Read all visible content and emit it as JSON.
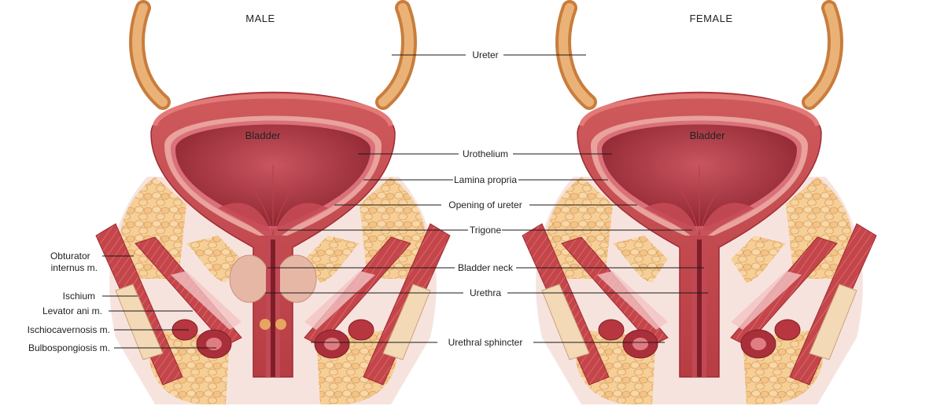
{
  "titles": {
    "male": "MALE",
    "female": "FEMALE"
  },
  "organ_labels": {
    "male": "Bladder",
    "female": "Bladder"
  },
  "center_labels": [
    {
      "id": "ureter",
      "text": "Ureter"
    },
    {
      "id": "urothelium",
      "text": "Urothelium"
    },
    {
      "id": "lamina-propria",
      "text": "Lamina propria"
    },
    {
      "id": "opening-of-ureter",
      "text": "Opening of ureter"
    },
    {
      "id": "trigone",
      "text": "Trigone"
    },
    {
      "id": "bladder-neck",
      "text": "Bladder neck"
    },
    {
      "id": "urethra",
      "text": "Urethra"
    },
    {
      "id": "urethral-sphincter",
      "text": "Urethral sphincter"
    }
  ],
  "left_labels": [
    {
      "id": "obturator-internus",
      "lines": [
        "Obturator",
        "internus m."
      ]
    },
    {
      "id": "ischium",
      "lines": [
        "Ischium"
      ]
    },
    {
      "id": "levator-ani",
      "lines": [
        "Levator ani m."
      ]
    },
    {
      "id": "ischiocavernosis",
      "lines": [
        "Ischiocavernosis m."
      ]
    },
    {
      "id": "bulbospongiosis",
      "lines": [
        "Bulbospongiosis m."
      ]
    }
  ],
  "colors": {
    "muscle": "#c4454a",
    "muscle_dark": "#9e2b33",
    "lumen": "#a8333d",
    "mucosa": "#e89a94",
    "fat": "#f3c489",
    "fat_edge": "#d99a52",
    "ureter": "#e0a05a",
    "bone": "#f4d9b6",
    "pink": "#f2c3c3"
  }
}
